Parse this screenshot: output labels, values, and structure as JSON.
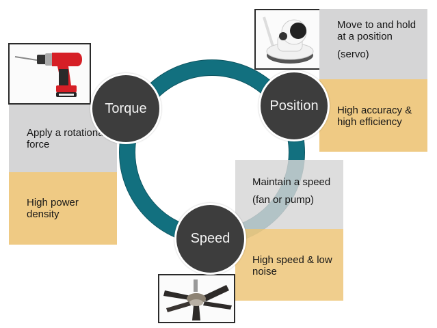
{
  "colors": {
    "ring": "#12707f",
    "node": "#3d3d3d",
    "box_gray": "#d5d5d6",
    "box_tan": "#efca84"
  },
  "nodes": {
    "torque": {
      "label": "Torque",
      "description": "Apply a rotational force",
      "benefit": "High power density",
      "image": "cordless-drill"
    },
    "position": {
      "label": "Position",
      "description": "Move to and hold at a position",
      "example": "(servo)",
      "benefit": "High accuracy & high efficiency",
      "image": "security-camera"
    },
    "speed": {
      "label": "Speed",
      "description": "Maintain a speed",
      "example": "(fan or pump)",
      "benefit": "High speed & low noise",
      "image": "ceiling-fan"
    }
  }
}
